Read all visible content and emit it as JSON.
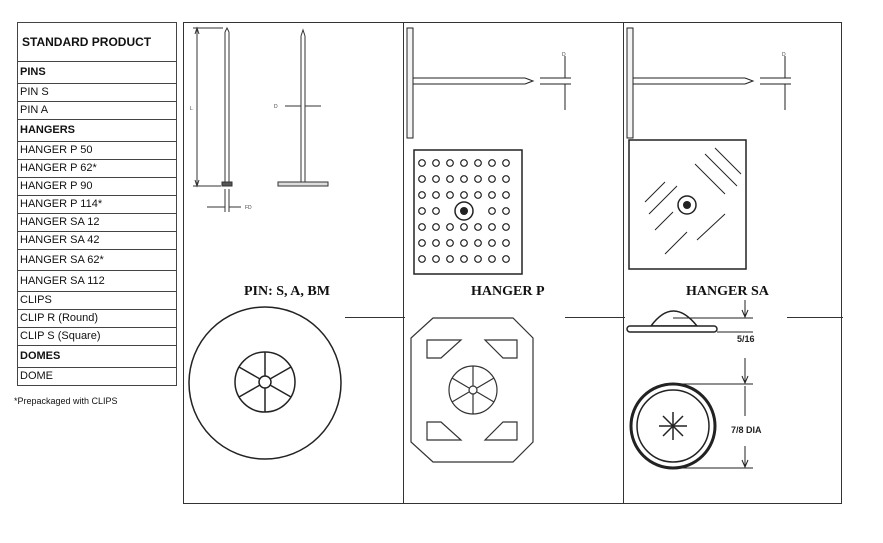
{
  "table": {
    "header": "STANDARD PRODUCT",
    "rows": [
      {
        "text": "PINS",
        "kind": "sec"
      },
      {
        "text": "PIN S",
        "kind": "item"
      },
      {
        "text": "PIN A",
        "kind": "item"
      },
      {
        "text": "HANGERS",
        "kind": "sec"
      },
      {
        "text": "HANGER P 50",
        "kind": "item"
      },
      {
        "text": "HANGER P 62*",
        "kind": "item"
      },
      {
        "text": "HANGER P 90",
        "kind": "item"
      },
      {
        "text": "HANGER P 114*",
        "kind": "item"
      },
      {
        "text": "HANGER SA 12",
        "kind": "item"
      },
      {
        "text": "HANGER SA 42",
        "kind": "item"
      },
      {
        "text": "HANGER SA 62*",
        "kind": "tall"
      },
      {
        "text": "HANGER SA 112",
        "kind": "tall"
      },
      {
        "text": "CLIPS",
        "kind": "item"
      },
      {
        "text": "CLIP R (Round)",
        "kind": "item"
      },
      {
        "text": "CLIP S (Square)",
        "kind": "item"
      },
      {
        "text": "DOMES",
        "kind": "sec"
      },
      {
        "text": "DOME",
        "kind": "item"
      }
    ]
  },
  "note": "*Prepackaged with CLIPS",
  "figures": {
    "pin_caption": "PIN: S, A, BM",
    "hanger_p_caption": "HANGER P",
    "hanger_sa_caption": "HANGER SA",
    "pin_label_l": "L",
    "pin_label_d": "D",
    "pin_label_fd": "FD",
    "hanger_label_d": "D",
    "dome_height": "5/16",
    "dome_dia": "7/8 DIA"
  }
}
